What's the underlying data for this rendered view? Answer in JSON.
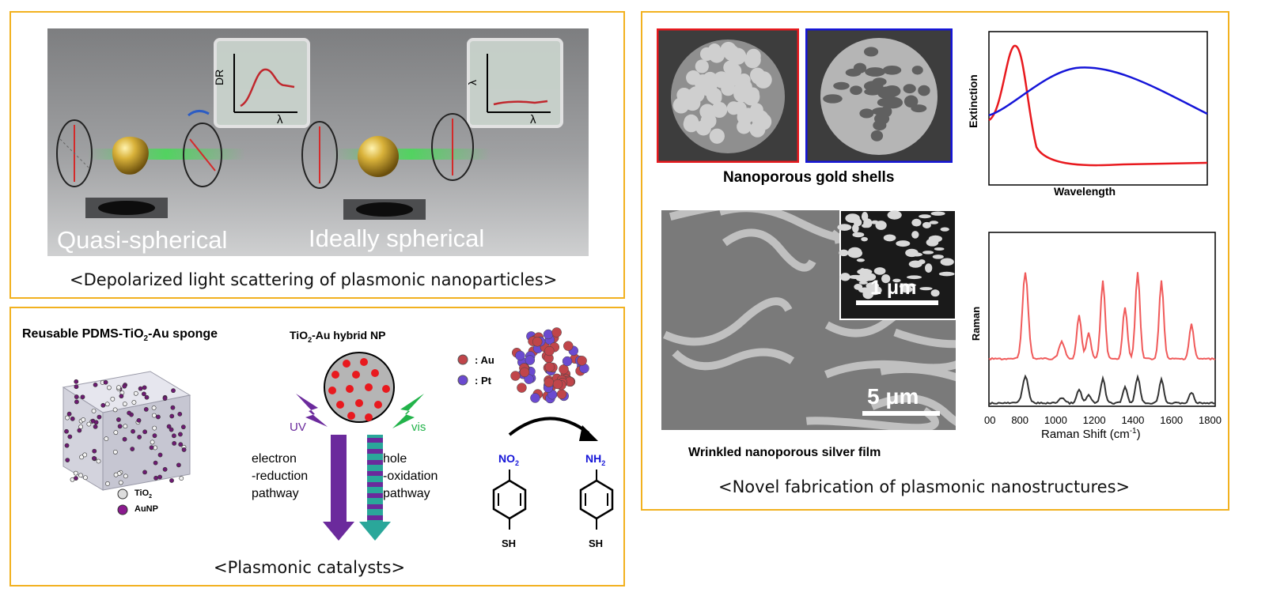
{
  "panels": {
    "scattering": {
      "labels": {
        "quasi": "Quasi-spherical",
        "ideal": "Ideally spherical"
      },
      "plot_axes": {
        "y": "DR",
        "x": "λ"
      },
      "caption": "<Depolarized light scattering of plasmonic nanoparticles>"
    },
    "catalysts": {
      "sponge_title_pre": "Reusable PDMS-TiO",
      "sponge_title_sub": "2",
      "sponge_title_post": "-Au sponge",
      "legend_tio2_pre": "TiO",
      "legend_tio2_sub": "2",
      "legend_aunp": "AuNP",
      "hybrid_title_pre": "TiO",
      "hybrid_title_sub": "2",
      "hybrid_title_post": "-Au hybrid NP",
      "uv": "UV",
      "vis": "vis",
      "electron_pathway": [
        "electron",
        "-reduction",
        "pathway"
      ],
      "hole_pathway": [
        "hole",
        "-oxidation",
        "pathway"
      ],
      "legend_au": ": Au",
      "legend_pt": ": Pt",
      "no2_pre": "NO",
      "no2_sub": "2",
      "nh2_pre": "NH",
      "nh2_sub": "2",
      "sh_left": "SH",
      "sh_right": "SH",
      "caption": "<Plasmonic catalysts>"
    },
    "fabrication": {
      "gold_shells_label": "Nanoporous gold shells",
      "extinction_ylabel": "Extinction",
      "extinction_xlabel": "Wavelength",
      "film_label": "Wrinkled nanoporous silver film",
      "scale_small": "1 μm",
      "scale_large": "5 μm",
      "raman_ylabel": "Raman",
      "raman_xlabel_pre": "Raman Shift (cm",
      "raman_xlabel_sup": "-1",
      "raman_xlabel_post": ")",
      "raman_ticks": [
        "00",
        "800",
        "1000",
        "1200",
        "1400",
        "1600",
        "1800"
      ],
      "caption": "<Novel fabrication of plasmonic nanostructures>"
    }
  },
  "colors": {
    "border": "#f2b11f",
    "red": "#e8191e",
    "blue": "#1515d8",
    "purple": "#6b2a9c",
    "green": "#22b34a"
  }
}
